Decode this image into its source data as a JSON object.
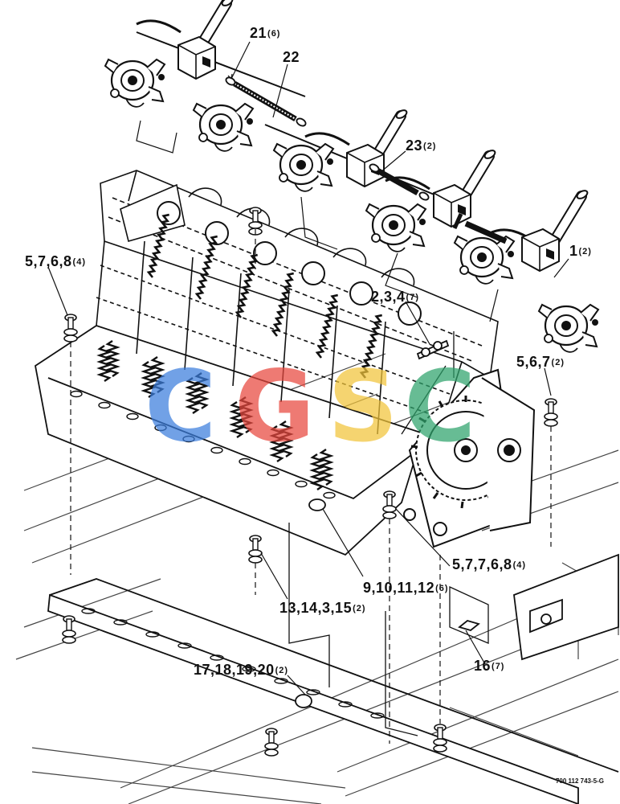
{
  "callouts": [
    {
      "id": "c21",
      "number": "21",
      "qty": "(6)"
    },
    {
      "id": "c22",
      "number": "22",
      "qty": ""
    },
    {
      "id": "c23",
      "number": "23",
      "qty": "(2)"
    },
    {
      "id": "c1",
      "number": "1",
      "qty": "(2)"
    },
    {
      "id": "c5768",
      "number": "5,7,6,8",
      "qty": "(4)"
    },
    {
      "id": "c234",
      "number": "2,3,4",
      "qty": "(7)"
    },
    {
      "id": "c567",
      "number": "5,6,7",
      "qty": "(2)"
    },
    {
      "id": "c57768",
      "number": "5,7,7,6,8",
      "qty": "(4)"
    },
    {
      "id": "c9101112",
      "number": "9,10,11,12",
      "qty": "(6)"
    },
    {
      "id": "c1314315",
      "number": "13,14,3,15",
      "qty": "(2)"
    },
    {
      "id": "c16",
      "number": "16",
      "qty": "(7)"
    },
    {
      "id": "c17181920",
      "number": "17,18,19,20",
      "qty": "(2)"
    }
  ],
  "drawing_number": "700 112 743-5-G",
  "watermark": {
    "letters": [
      "C",
      "G",
      "S",
      "C"
    ],
    "colors": [
      "#3b7ddd",
      "#e8483e",
      "#f2c43a",
      "#2ea36b"
    ]
  },
  "colors": {
    "ink": "#111111",
    "paper": "#ffffff"
  }
}
